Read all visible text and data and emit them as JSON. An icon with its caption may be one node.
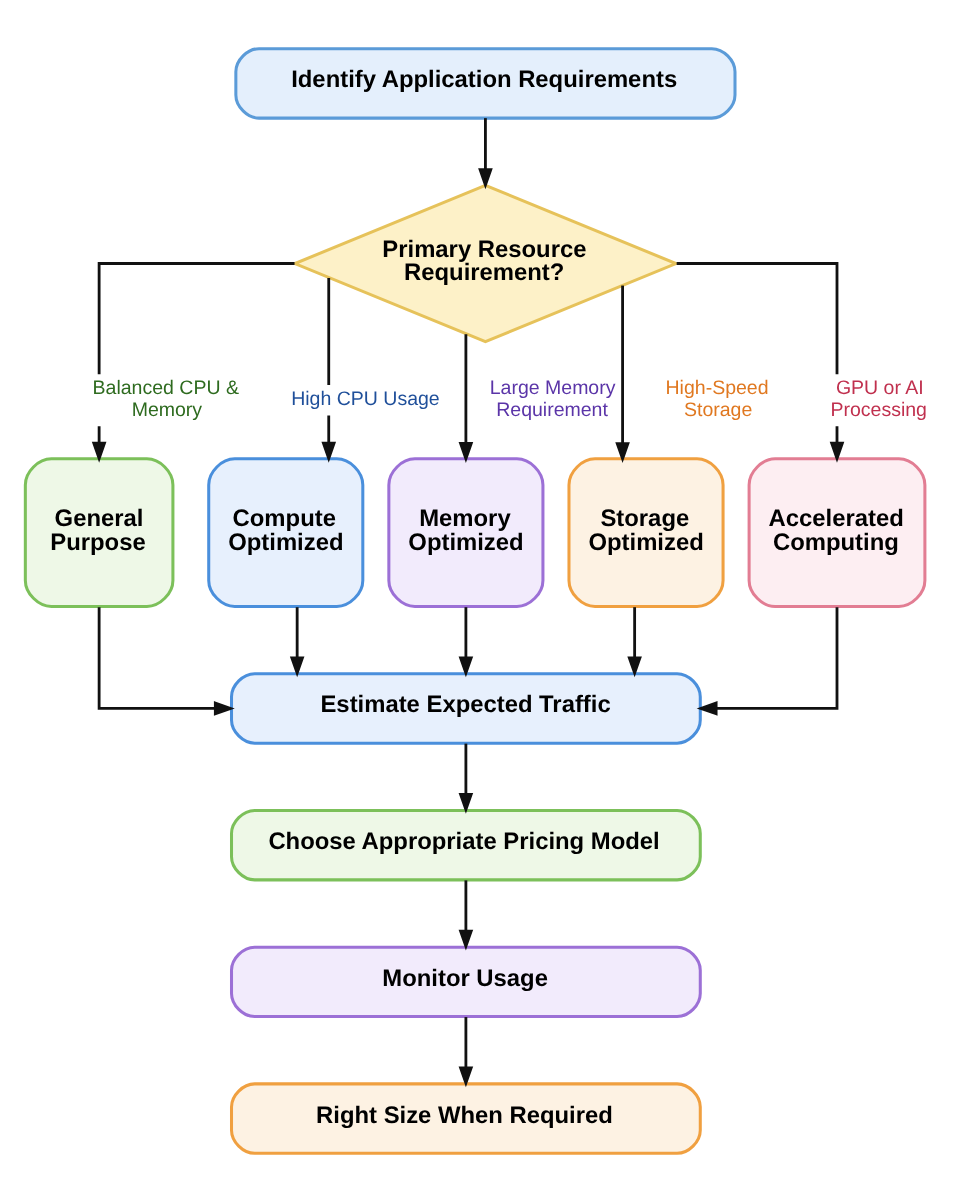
{
  "diagram": {
    "nodes": [
      {
        "text": [
          "Identify Application Requirements"
        ]
      },
      {
        "text": [
          "Primary Resource Requirement?"
        ]
      },
      {
        "text": [
          "General Purpose"
        ]
      },
      {
        "text": [
          "Compute Optimized"
        ]
      },
      {
        "text": [
          "Memory Optimized"
        ]
      },
      {
        "text": [
          "Storage Optimized"
        ]
      },
      {
        "text": [
          "Accelerated Computing"
        ]
      },
      {
        "text": [
          "Estimate Expected Traffic"
        ]
      },
      {
        "text": [
          "Choose Appropriate Pricing Model"
        ]
      },
      {
        "text": [
          "Monitor Usage"
        ]
      },
      {
        "text": [
          "Right Size When Required"
        ]
      }
    ],
    "edges": [
      {
        "from": 0,
        "to": 1,
        "arrow": "to"
      },
      {
        "from": 1,
        "to": 2,
        "arrow": "to",
        "label": "Balanced CPU & Memory"
      },
      {
        "from": 1,
        "to": 3,
        "arrow": "to",
        "label": "High CPU Usage"
      },
      {
        "from": 1,
        "to": 4,
        "arrow": "to",
        "label": "Large Memory Requirement"
      },
      {
        "from": 1,
        "to": 5,
        "arrow": "to",
        "label": "High-Speed Storage"
      },
      {
        "from": 1,
        "to": 6,
        "arrow": "to",
        "label": "GPU or AI Processing"
      },
      {
        "from": 2,
        "to": 7,
        "arrow": "to"
      },
      {
        "from": 3,
        "to": 7,
        "arrow": "to"
      },
      {
        "from": 4,
        "to": 7,
        "arrow": "to"
      },
      {
        "from": 5,
        "to": 7,
        "arrow": "to"
      },
      {
        "from": 6,
        "to": 7,
        "arrow": "to"
      },
      {
        "from": 7,
        "to": 8,
        "arrow": "to"
      },
      {
        "from": 8,
        "to": 9,
        "arrow": "to"
      },
      {
        "from": 9,
        "to": 10,
        "arrow": "to"
      }
    ]
  }
}
